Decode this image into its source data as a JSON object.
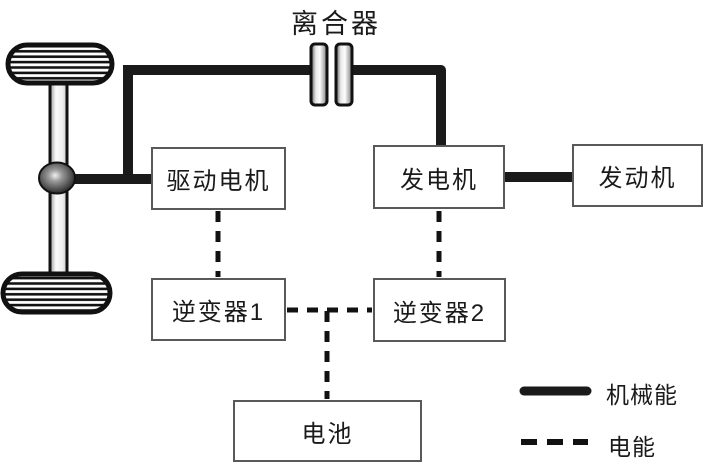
{
  "figure": {
    "title_hint": "series-hybrid powertrain block diagram",
    "clutch_label": "离合器",
    "nodes": {
      "drive_motor": {
        "label": "驱动电机"
      },
      "generator": {
        "label": "发电机"
      },
      "engine": {
        "label": "发动机"
      },
      "inverter1": {
        "label": "逆变器1"
      },
      "inverter2": {
        "label": "逆变器2"
      },
      "battery": {
        "label": "电池"
      }
    },
    "connections": {
      "mechanical": [
        "differential - drive_motor",
        "differential - clutch - generator",
        "generator - engine"
      ],
      "electrical": [
        "drive_motor - inverter1",
        "generator - inverter2",
        "inverter1 - inverter2",
        "inverter_bus - battery"
      ]
    },
    "legend": {
      "mechanical_label": "机械能",
      "electrical_label": "电能"
    },
    "colors": {
      "line": "#1a1a1a",
      "box_border": "#595959",
      "text": "#1a1a1a",
      "background": "#ffffff"
    }
  }
}
